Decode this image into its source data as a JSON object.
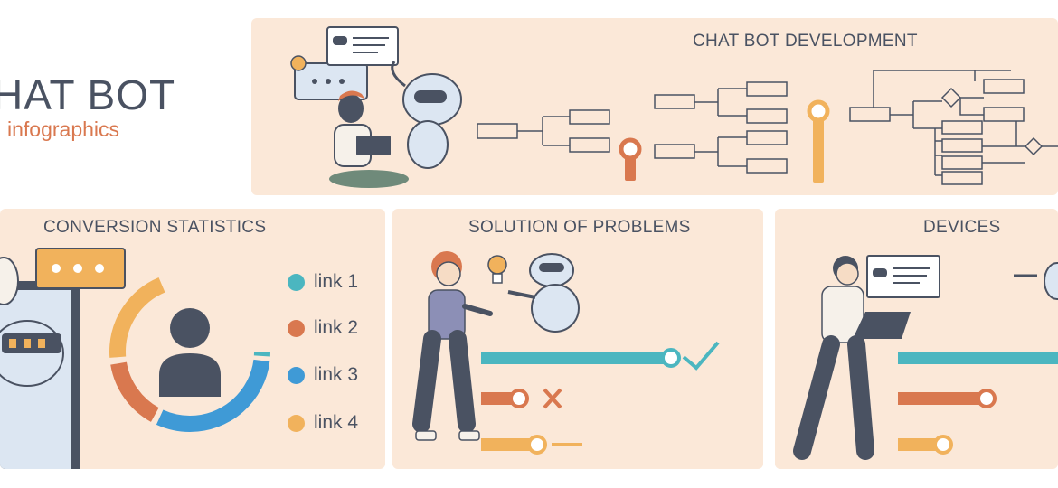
{
  "header": {
    "title": "HAT BOT",
    "subtitle": "infographics"
  },
  "panels": {
    "development": {
      "title": "CHAT BOT DEVELOPMENT"
    },
    "conversion": {
      "title": "CONVERSION STATISTICS",
      "legend": [
        {
          "label": "link 1",
          "color": "#4bb6c0"
        },
        {
          "label": "link 2",
          "color": "#d9784f"
        },
        {
          "label": "link 3",
          "color": "#3f9ad6"
        },
        {
          "label": "link 4",
          "color": "#f1b25c"
        }
      ]
    },
    "solution": {
      "title": "SOLUTION OF PROBLEMS"
    },
    "devices": {
      "title": "DEVICES"
    }
  },
  "colors": {
    "panel_bg": "#fbe8d8",
    "teal": "#4bb6c0",
    "orange_red": "#d9784f",
    "blue": "#3f9ad6",
    "yellow": "#f1b25c",
    "dark": "#4a5262"
  },
  "icons": [
    "chat-bubble-icon",
    "robot-icon",
    "user-avatar-icon",
    "lightbulb-icon",
    "checkmark-icon",
    "cross-icon",
    "laptop-icon"
  ]
}
